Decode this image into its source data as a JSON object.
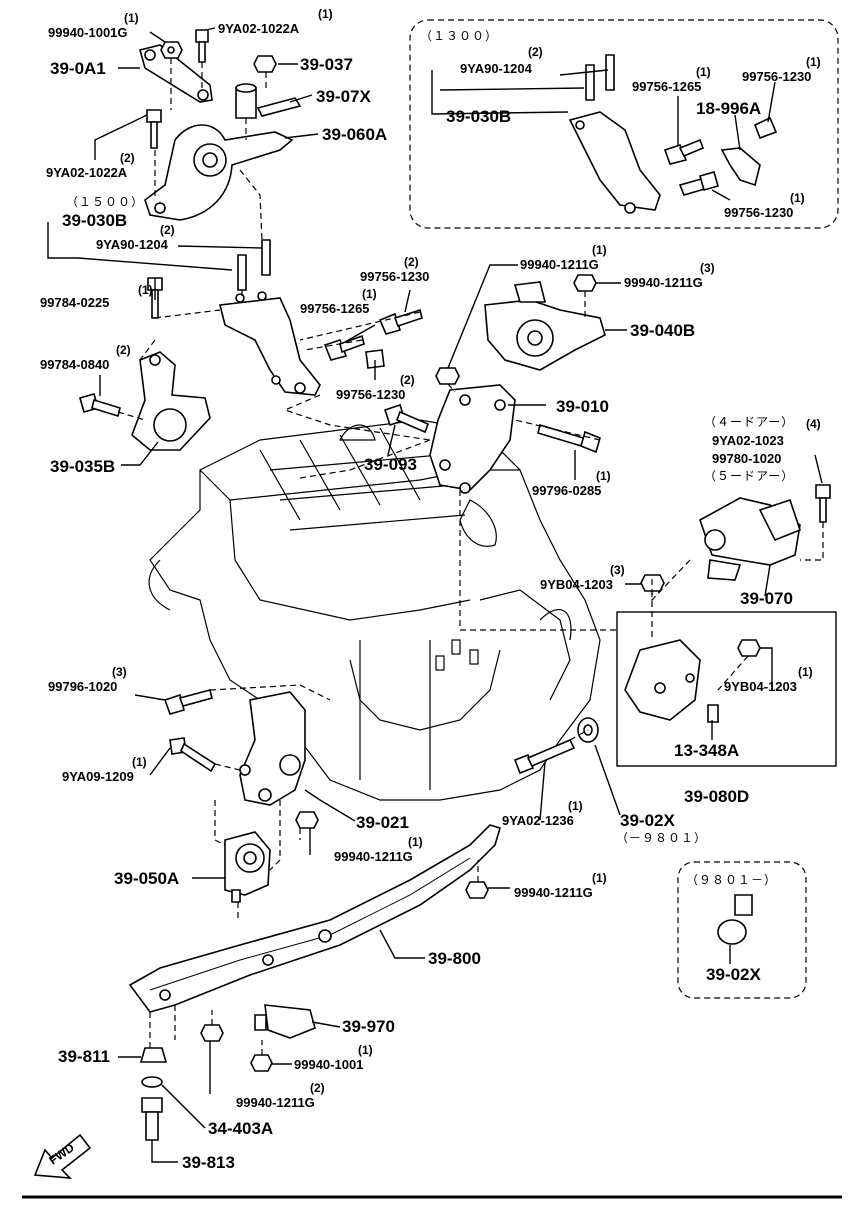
{
  "labels": {
    "p9994_1001g_qty": "(1)",
    "p9994_1001g": "99940-1001G",
    "p9ya02_1022a_top_qty": "(1)",
    "p9ya02_1022a_top": "9YA02-1022A",
    "p390a1": "39-0A1",
    "p39037": "39-037",
    "p3907x": "39-07X",
    "p39060a": "39-060A",
    "p9ya02_1022a_left_qty": "(2)",
    "p9ya02_1022a_left": "9YA02-1022A",
    "note1500": "（１５００）",
    "p39030b_left": "39-030B",
    "p9ya90_1204_left_qty": "(2)",
    "p9ya90_1204_left": "9YA90-1204",
    "p99784_0225_qty": "(1)",
    "p99784_0225": "99784-0225",
    "p99784_0840_qty": "(2)",
    "p99784_0840": "99784-0840",
    "p39035b": "39-035B",
    "p99756_1230_a_qty": "(2)",
    "p99756_1230_a": "99756-1230",
    "p99756_1265_a_qty": "(1)",
    "p99756_1265_a": "99756-1265",
    "p99756_1230_b_qty": "(2)",
    "p99756_1230_b": "99756-1230",
    "p39093": "39-093",
    "p99940_1211g_a_qty": "(1)",
    "p99940_1211g_a": "99940-1211G",
    "p99940_1211g_b_qty": "(3)",
    "p99940_1211g_b": "99940-1211G",
    "p39040b": "39-040B",
    "p39010": "39-010",
    "p99796_0285_qty": "(1)",
    "p99796_0285": "99796-0285",
    "note1300": "（１３００）",
    "p9ya90_1204_box_qty": "(2)",
    "p9ya90_1204_box": "9YA90-1204",
    "p39030b_box": "39-030B",
    "p99756_1265_box_qty": "(1)",
    "p99756_1265_box": "99756-1265",
    "p99756_1230_box1_qty": "(1)",
    "p99756_1230_box1": "99756-1230",
    "p18996a": "18-996A",
    "p99756_1230_box2_qty": "(1)",
    "p99756_1230_box2": "99756-1230",
    "note4door": "（４ードアー）",
    "p9ya02_1023_qty": "(4)",
    "p9ya02_1023": "9YA02-1023",
    "p99780_1020": "99780-1020",
    "note5door": "（５ードアー）",
    "p39070": "39-070",
    "p9yb04_1203_a_qty": "(3)",
    "p9yb04_1203_a": "9YB04-1203",
    "p9yb04_1203_b_qty": "(1)",
    "p9yb04_1203_b": "9YB04-1203",
    "p13348a": "13-348A",
    "p39080d": "39-080D",
    "p99796_1020_qty": "(3)",
    "p99796_1020": "99796-1020",
    "p9ya09_1209_qty": "(1)",
    "p9ya09_1209": "9YA09-1209",
    "p39021": "39-021",
    "p99940_1211g_c_qty": "(1)",
    "p99940_1211g_c": "99940-1211G",
    "p9ya02_1236_qty": "(1)",
    "p9ya02_1236": "9YA02-1236",
    "p3902x_a": "39-02X",
    "note_9801_to": "（－９８０１）",
    "p39050a": "39-050A",
    "p99940_1211g_d_qty": "(1)",
    "p99940_1211g_d": "99940-1211G",
    "note_9801_from": "（９８０１－）",
    "p3902x_b": "39-02X",
    "p39800": "39-800",
    "p39970": "39-970",
    "p39811": "39-811",
    "p99940_1001_qty": "(1)",
    "p99940_1001": "99940-1001",
    "p99940_1211g_e_qty": "(2)",
    "p99940_1211g_e": "99940-1211G",
    "p34403a": "34-403A",
    "p39813": "39-813",
    "fwd": "FWD"
  }
}
